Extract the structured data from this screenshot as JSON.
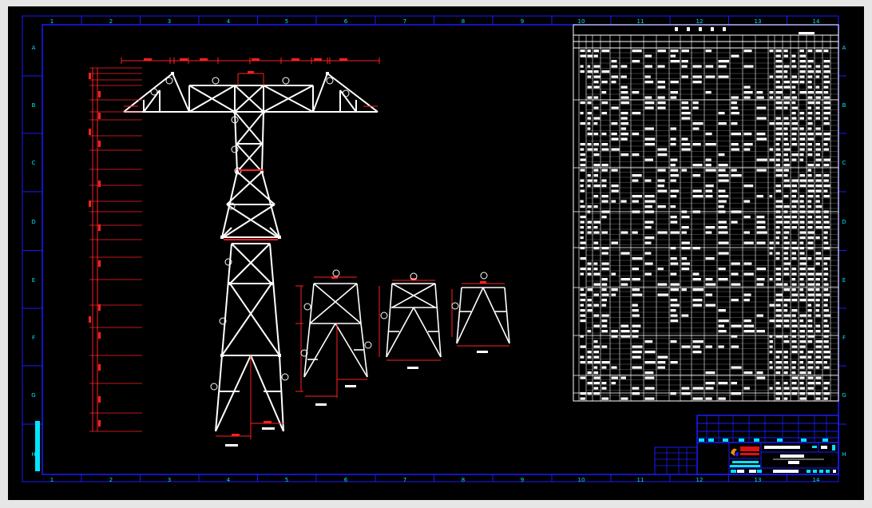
{
  "drawing": {
    "column_labels": [
      "1",
      "2",
      "3",
      "4",
      "5",
      "6",
      "7",
      "8",
      "9",
      "10",
      "11",
      "12",
      "13",
      "14"
    ],
    "row_labels": [
      "A",
      "B",
      "C",
      "D",
      "E",
      "F",
      "G",
      "H"
    ],
    "colors": {
      "background": "#000000",
      "frame": "#1a1aff",
      "geometry": "#ffffff",
      "dimensions": "#ff2020",
      "highlight": "#00e5ff",
      "logo_red": "#e01010",
      "logo_orange": "#ff8c00"
    },
    "content": [
      "transmission-tower-elevation",
      "frame-detail-1",
      "frame-detail-2",
      "frame-detail-3",
      "material-table",
      "title-block"
    ]
  }
}
